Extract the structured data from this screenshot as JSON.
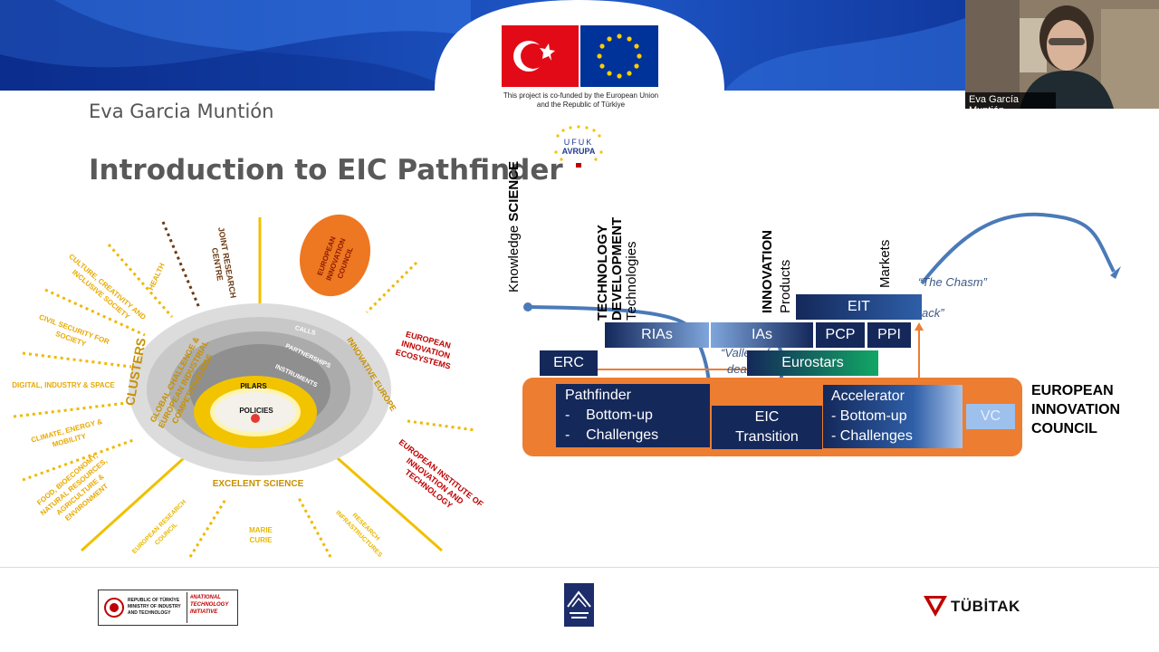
{
  "presenter": {
    "name": "Eva Garcia Muntión"
  },
  "slide": {
    "title": "Introduction to EIC Pathfinder"
  },
  "cofund_text": "This project is co-funded by the European Union and the Republic of Türkiye",
  "ufuk_logo": {
    "top": "UFUK",
    "bottom": "AVRUPA"
  },
  "video": {
    "participant_name": "Eva García Muntión"
  },
  "wheel": {
    "center": "POLICIES",
    "pilars": "PILARS",
    "rings": [
      "CALLS",
      "PARTNERSHIPS",
      "INSTRUMENTS"
    ],
    "global_challenge": "GLOBAL CHALLENGE & EUROPEAN INDUSTRIAL COMPETITIVENESS",
    "innovative_europe": "INNOVATIVE EUROPE",
    "excellent_science": "EXCELENT SCIENCE",
    "clusters": "CLUSTERS",
    "left_labels": [
      "HEALTH",
      "CULTURE, CREATIVITY AND INCLUSIVE SOCIETY",
      "CIVIL SECURITY FOR SOCIETY",
      "DIGITAL, INDUSTRY & SPACE",
      "CLIMATE, ENERGY & MOBILITY",
      "FOOD, BIOECONOMY, NATURAL RESOURCES, AGRICULTURE & ENVIRONMENT"
    ],
    "jrc": "JOINT RESEARCH CENTRE",
    "eic": "EUROPEAN INNOVATION COUNCIL",
    "eie": "EUROPEAN INNOVATION ECOSYSTEMS",
    "eit": "EUROPEAN INSTITUTE OF INNOVATION AND TECHNOLOGY",
    "bottom_labels": [
      "EUROPEAN RESEARCH COUNCIL",
      "MARIE CURIE",
      "RESEARCH INFRASTRUCTURES"
    ]
  },
  "pathway": {
    "stages": [
      {
        "bold": "SCIENCE",
        "normal": "Knowledge"
      },
      {
        "bold": "TECHNOLOGY DEVELOPMENT",
        "normal": "Technologies"
      },
      {
        "bold": "INNOVATION",
        "normal": "Products"
      },
      {
        "bold": "",
        "normal": "Markets"
      }
    ],
    "chasm": "“The Chasm”",
    "chasm2": "ack”",
    "valley_a": "“Valley of",
    "valley_b": "dea",
    "boxes": {
      "eit": "EIT",
      "rias": "RIAs",
      "ias": "IAs",
      "pcp": "PCP",
      "ppi": "PPI",
      "erc": "ERC",
      "eurostars": "Eurostars",
      "vc": "VC"
    },
    "pathfinder": {
      "title": "Pathfinder",
      "items": [
        "-    Bottom-up",
        "-    Challenges"
      ]
    },
    "transition": {
      "line1": "EIC",
      "line2": "Transition"
    },
    "accelerator": {
      "title": "Accelerator",
      "items": [
        "- Bottom-up",
        "- Challenges"
      ]
    },
    "eic_label": [
      "EUROPEAN",
      "INNOVATION",
      "COUNCIL"
    ]
  },
  "footer": {
    "ministry": "REPUBLIC OF TÜRKİYE MINISTRY OF INDUSTRY AND TECHNOLOGY",
    "ministry_tag": "#NATIONAL TECHNOLOGY INITIATIVE",
    "tubitak": "TÜBİTAK"
  },
  "colors": {
    "title": "#595959",
    "navy": "#14285a",
    "orange": "#ed7d31",
    "wheel_gold": "#e8a900",
    "wheel_red": "#c00000",
    "green": "#12a765"
  }
}
